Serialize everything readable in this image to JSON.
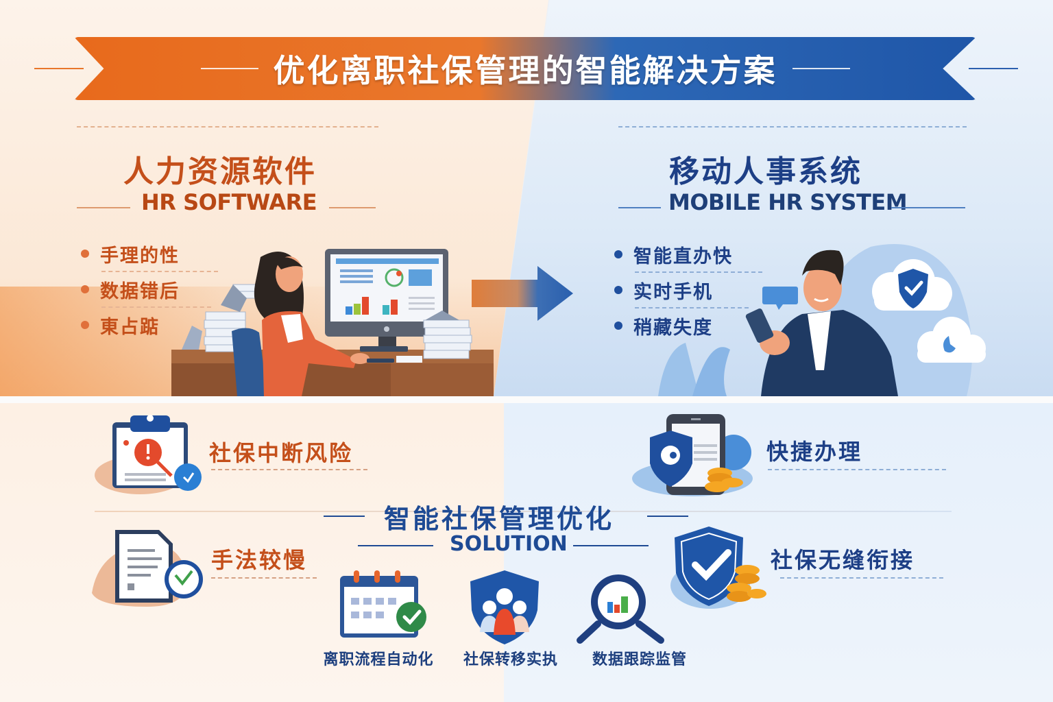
{
  "banner": {
    "title": "优化离职社保管理的智能解决方案"
  },
  "left_panel": {
    "title": "人力资源软件",
    "subtitle": "HR SOFTWARE",
    "bullets": [
      {
        "label": "手理的性"
      },
      {
        "label": "数据错后"
      },
      {
        "label": "東占踮"
      }
    ],
    "accent_color": "#e8762a"
  },
  "right_panel": {
    "title": "移动人事系统",
    "subtitle": "MOBILE HR SYSTEM",
    "bullets": [
      {
        "label": "智能直办快"
      },
      {
        "label": "实时手机"
      },
      {
        "label": "稍藏失度"
      }
    ],
    "accent_color": "#1f4f9e"
  },
  "transition_arrow": {
    "from_color": "#e07a3a",
    "to_color": "#2a5fae"
  },
  "features_left": [
    {
      "label": "社保中断风险",
      "icon": "clipboard-warning-icon"
    },
    {
      "label": "手法较慢",
      "icon": "document-clock-icon"
    }
  ],
  "features_right": [
    {
      "label": "快捷办理",
      "icon": "phone-shield-coins-icon"
    },
    {
      "label": "社保无缝衔接",
      "icon": "shield-check-coins-icon"
    }
  ],
  "solution": {
    "title": "智能社保管理优化",
    "subtitle": "SOLUTION"
  },
  "tools": [
    {
      "label": "离职流程自动化",
      "icon": "calendar-check-icon"
    },
    {
      "label": "社保转移实执",
      "icon": "shield-people-icon"
    },
    {
      "label": "数据跟踪监管",
      "icon": "magnifier-chart-icon"
    }
  ],
  "colors": {
    "orange": "#e86a1c",
    "blue": "#1f56a8",
    "dark_orange_text": "#c44f1a",
    "dark_blue_text": "#1d3f86"
  }
}
